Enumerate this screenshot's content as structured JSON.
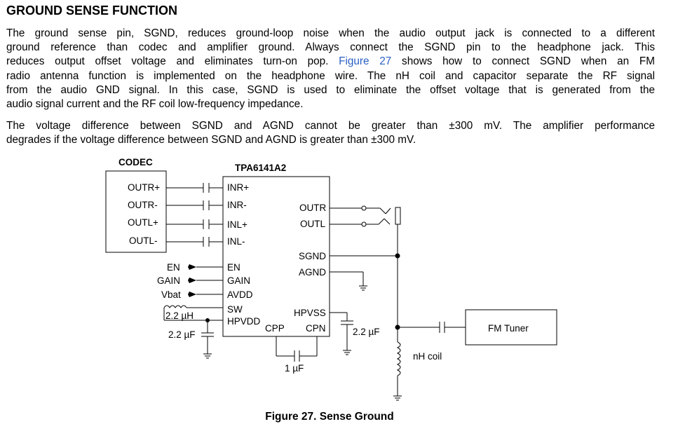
{
  "section": {
    "title": "GROUND SENSE FUNCTION"
  },
  "paragraph1": {
    "line1": "The ground sense pin, SGND, reduces ground-loop noise when the audio output jack is connected to a different",
    "line2": "ground reference than codec and amplifier ground. Always connect the SGND pin to the headphone jack. This",
    "line3": "reduces output offset voltage and eliminates turn-on pop.",
    "line3_link": "Figure 27",
    "line3_rest": "shows how to connect SGND when an FM",
    "line4": "radio antenna function is implemented on the headphone wire. The nH coil and capacitor separate the RF signal",
    "line5": "from the audio GND signal. In this case, SGND is used to eliminate the offset voltage that is generated from the",
    "line6": "audio signal current and the RF coil low-frequency impedance."
  },
  "paragraph2": {
    "line1": "The voltage difference between SGND and AGND cannot be greater than ±300 mV. The amplifier performance",
    "line2": "degrades if the voltage difference between SGND and AGND is greater than ±300 mV."
  },
  "figure": {
    "caption": "Figure 27.  Sense Ground",
    "codec": {
      "title": "CODEC",
      "pins": [
        "OUTR+",
        "OUTR-",
        "OUTL+",
        "OUTL-"
      ]
    },
    "amp": {
      "title": "TPA6141A2",
      "left_pins": [
        "INR+",
        "INR-",
        "INL+",
        "INL-",
        "EN",
        "GAIN",
        "AVDD",
        "SW",
        "HPVDD"
      ],
      "right_pins": [
        "OUTR",
        "OUTL",
        "SGND",
        "AGND",
        "HPVSS",
        "CPN"
      ],
      "bottom_pins": [
        "CPP"
      ]
    },
    "inputs": [
      "EN",
      "GAIN",
      "Vbat"
    ],
    "components": {
      "inductor": "2.2 µH",
      "cap_hpvdd": "2.2 µF",
      "cap_hpvss": "2.2 µF",
      "cap_flying": "1 µF",
      "coil": "nH coil",
      "fm_tuner": "FM Tuner"
    }
  }
}
